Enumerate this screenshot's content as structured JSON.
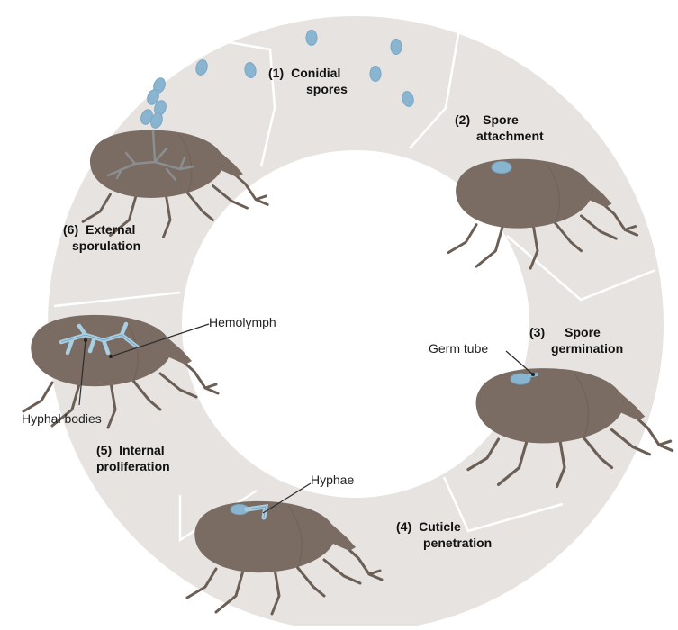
{
  "colors": {
    "ring": "#e6e3e1",
    "ring_divider": "#ffffff",
    "insect": "#7a6c62",
    "insect_leg": "#6b5e55",
    "spore": "#8ab5d0",
    "spore_stroke": "#6f9fbd",
    "hypha_fill": "#a9cfe2",
    "hypha_dark": "#8a8a8a",
    "leader": "#2b2b2b",
    "text": "#111111"
  },
  "stages": [
    {
      "number": "(1)",
      "line1": "Conidial",
      "line2": "spores"
    },
    {
      "number": "(2)",
      "line1": "Spore",
      "line2": "attachment"
    },
    {
      "number": "(3)",
      "line1": "Spore",
      "line2": "germination"
    },
    {
      "number": "(4)",
      "line1": "Cuticle",
      "line2": "penetration"
    },
    {
      "number": "(5)",
      "line1": "Internal",
      "line2": "proliferation"
    },
    {
      "number": "(6)",
      "line1": "External",
      "line2": "sporulation"
    }
  ],
  "callouts": {
    "hemolymph": "Hemolymph",
    "germ_tube": "Germ tube",
    "hyphal_bodies": "Hyphal bodies",
    "hyphae": "Hyphae"
  },
  "icons": {
    "insect": "weevil-icon",
    "spore": "spore-icon"
  }
}
